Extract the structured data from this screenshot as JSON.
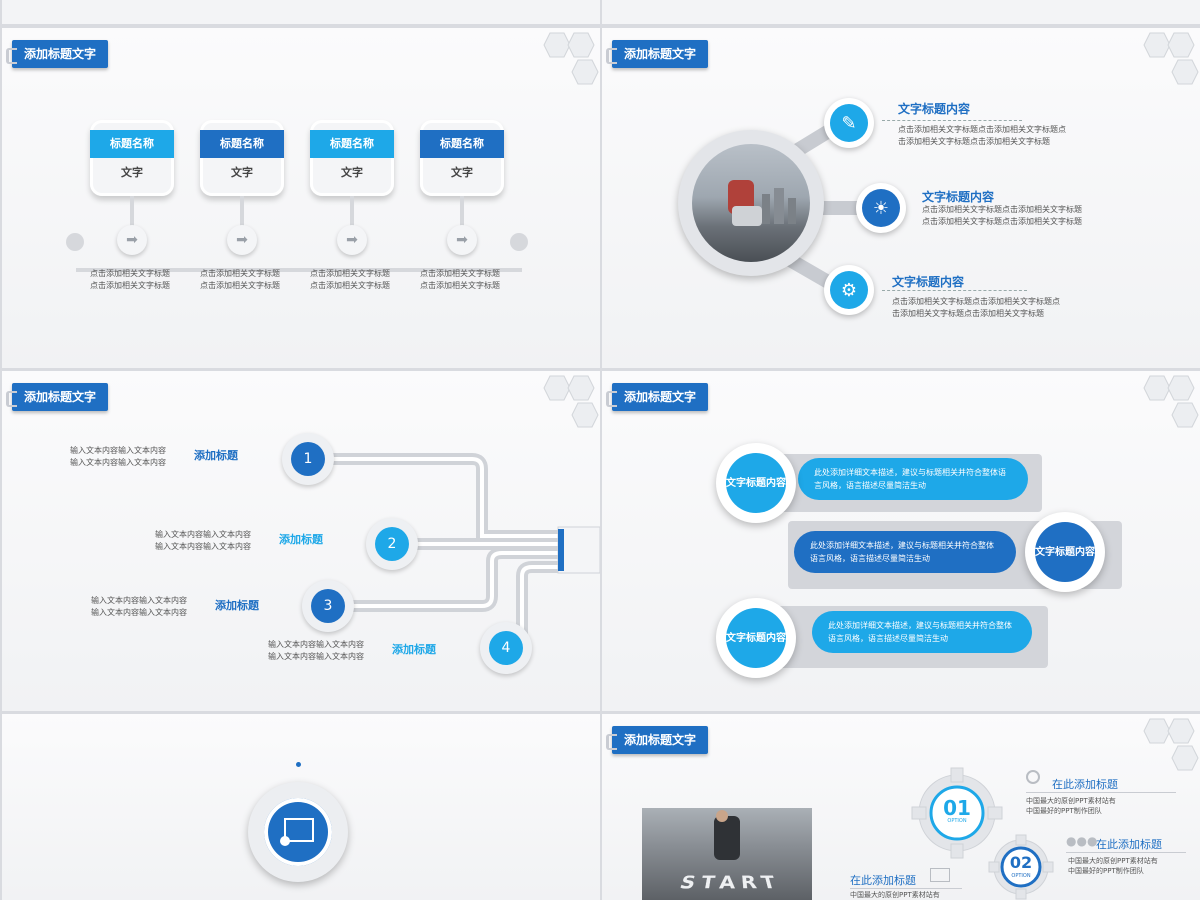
{
  "colors": {
    "blue": "#1f6fc3",
    "light_blue": "#1ea8e8",
    "gray": "#d6d8dc"
  },
  "slide1": {
    "tag": "添加标题文字",
    "cards": [
      {
        "title": "标题名称",
        "body": "文字",
        "caption1": "点击添加相关文字标题",
        "caption2": "点击添加相关文字标题",
        "color": "#1ea8e8"
      },
      {
        "title": "标题名称",
        "body": "文字",
        "caption1": "点击添加相关文字标题",
        "caption2": "点击添加相关文字标题",
        "color": "#1f6fc3"
      },
      {
        "title": "标题名称",
        "body": "文字",
        "caption1": "点击添加相关文字标题",
        "caption2": "点击添加相关文字标题",
        "color": "#1ea8e8"
      },
      {
        "title": "标题名称",
        "body": "文字",
        "caption1": "点击添加相关文字标题",
        "caption2": "点击添加相关文字标题",
        "color": "#1f6fc3"
      }
    ]
  },
  "slide2": {
    "tag": "添加标题文字",
    "items": [
      {
        "title": "文字标题内容",
        "text": "点击添加相关文字标题点击添加相关文字标题点击添加相关文字标题点击添加相关文字标题",
        "icon": "edit-icon"
      },
      {
        "title": "文字标题内容",
        "text": "点击添加相关文字标题点击添加相关文字标题点击添加相关文字标题点击添加相关文字标题",
        "icon": "lightbulb-hand-icon"
      },
      {
        "title": "文字标题内容",
        "text": "点击添加相关文字标题点击添加相关文字标题点击添加相关文字标题点击添加相关文字标题",
        "icon": "cyclist-icon"
      }
    ]
  },
  "slide3": {
    "tag": "添加标题文字",
    "steps": [
      {
        "num": "1",
        "label": "添加标题",
        "text1": "输入文本内容输入文本内容",
        "text2": "输入文本内容输入文本内容"
      },
      {
        "num": "2",
        "label": "添加标题",
        "text1": "输入文本内容输入文本内容",
        "text2": "输入文本内容输入文本内容"
      },
      {
        "num": "3",
        "label": "添加标题",
        "text1": "输入文本内容输入文本内容",
        "text2": "输入文本内容输入文本内容"
      },
      {
        "num": "4",
        "label": "添加标题",
        "text1": "输入文本内容输入文本内容",
        "text2": "输入文本内容输入文本内容"
      }
    ]
  },
  "slide4": {
    "tag": "添加标题文字",
    "rows": [
      {
        "circle": "文字标题内容",
        "text": "此处添加详细文本描述，建议与标题相关并符合整体语言风格，语言描述尽量简洁生动"
      },
      {
        "circle": "文字标题内容",
        "text": "此处添加详细文本描述，建议与标题相关并符合整体语言风格，语言描述尽量简洁生动"
      },
      {
        "circle": "文字标题内容",
        "text": "此处添加详细文本描述，建议与标题相关并符合整体语言风格，语言描述尽量简洁生动"
      }
    ]
  },
  "slide6": {
    "tag": "添加标题文字",
    "gear1": {
      "num": "01",
      "sub": "OPTION"
    },
    "gear2": {
      "num": "02",
      "sub": "OPTION"
    },
    "blocks": [
      {
        "title": "在此添加标题",
        "l1": "中国最大的原创PPT素材站有",
        "l2": "中国最好的PPT制作团队"
      },
      {
        "title": "在此添加标题",
        "l1": "中国最大的原创PPT素材站有",
        "l2": "中国最好的PPT制作团队"
      },
      {
        "title": "在此添加标题",
        "l1": "中国最大的原创PPT素材站有"
      }
    ],
    "start_text": "START"
  }
}
